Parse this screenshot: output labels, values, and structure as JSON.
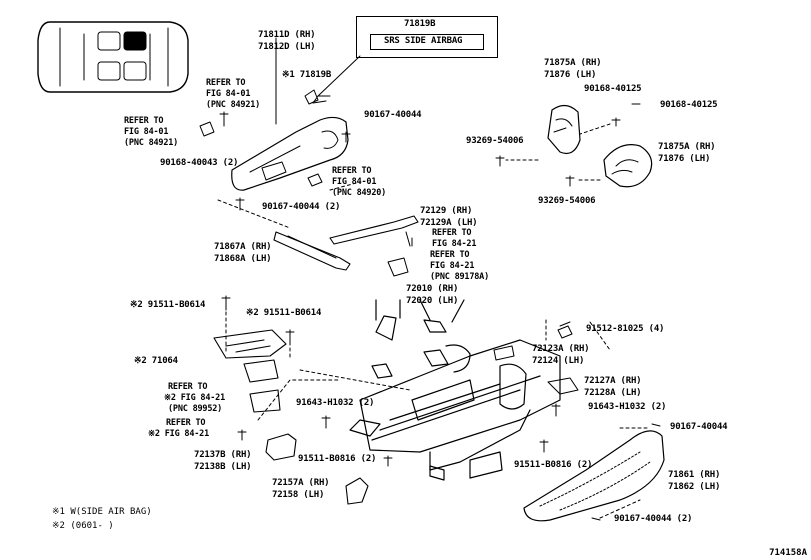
{
  "labels": {
    "p71811d": "71811D (RH)",
    "p71812d": "71812D (LH)",
    "p71819b": "※1 71819B",
    "p71819b_top": "71819B",
    "srs": "SRS SIDE AIRBAG",
    "p71875a_a": "71875A (RH)",
    "p71876_a": "71876 (LH)",
    "p90168_40125_a": "90168-40125",
    "p90168_40125_b": "90168-40125",
    "p93269_a": "93269-54006",
    "p71875a_b": "71875A (RH)",
    "p71876_b": "71876 (LH)",
    "p93269_b": "93269-54006",
    "p90167_40044_a": "90167-40044",
    "p90168_40043": "90168-40043 (2)",
    "p90167_40044_2a": "90167-40044 (2)",
    "p72129": "72129 (RH)",
    "p72129a": "72129A (LH)",
    "p71867a": "71867A (RH)",
    "p71868a": "71868A (LH)",
    "p72010": "72010 (RH)",
    "p72020": "72020 (LH)",
    "p91511_b0614_a": "※2 91511-B0614",
    "p91511_b0614_b": "※2 91511-B0614",
    "p91512": "91512-81025 (4)",
    "p72123a": "72123A (RH)",
    "p72124": "72124 (LH)",
    "p71064": "※2 71064",
    "p72127a": "72127A (RH)",
    "p72128a": "72128A (LH)",
    "p91643_a": "91643-H1032 (2)",
    "p91643_b": "91643-H1032 (2)",
    "p90167_40044_b": "90167-40044",
    "p72137b": "72137B (RH)",
    "p72138b": "72138B (LH)",
    "p91511_b0816_a": "91511-B0816 (2)",
    "p91511_b0816_b": "91511-B0816 (2)",
    "p71861": "71861 (RH)",
    "p71862": "71862 (LH)",
    "p72157a": "72157A (RH)",
    "p72158": "72158 (LH)",
    "p90167_40044_2b": "90167-40044 (2)"
  },
  "refs": {
    "r1_a": "REFER TO",
    "r1_b": "FIG 84-01",
    "r1_c": "(PNC 84921)",
    "r2_a": "REFER TO",
    "r2_b": "FIG 84-01",
    "r2_c": "(PNC 84921)",
    "r3_a": "REFER TO",
    "r3_b": "FIG 84-01",
    "r3_c": "(PNC 84920)",
    "r4_a": "REFER TO",
    "r4_b": "FIG 84-21",
    "r5_a": "REFER TO",
    "r5_b": "FIG 84-21",
    "r5_c": "(PNC 89178A)",
    "r6_a": "REFER TO",
    "r6_b": "※2 FIG 84-21",
    "r6_c": "(PNC 89952)",
    "r7_a": "REFER TO",
    "r7_b": "※2 FIG 84-21"
  },
  "notes": {
    "n1": "※1  W(SIDE AIR BAG)",
    "n2": "※2  (0601-     )"
  },
  "diagram_id": "714158A"
}
